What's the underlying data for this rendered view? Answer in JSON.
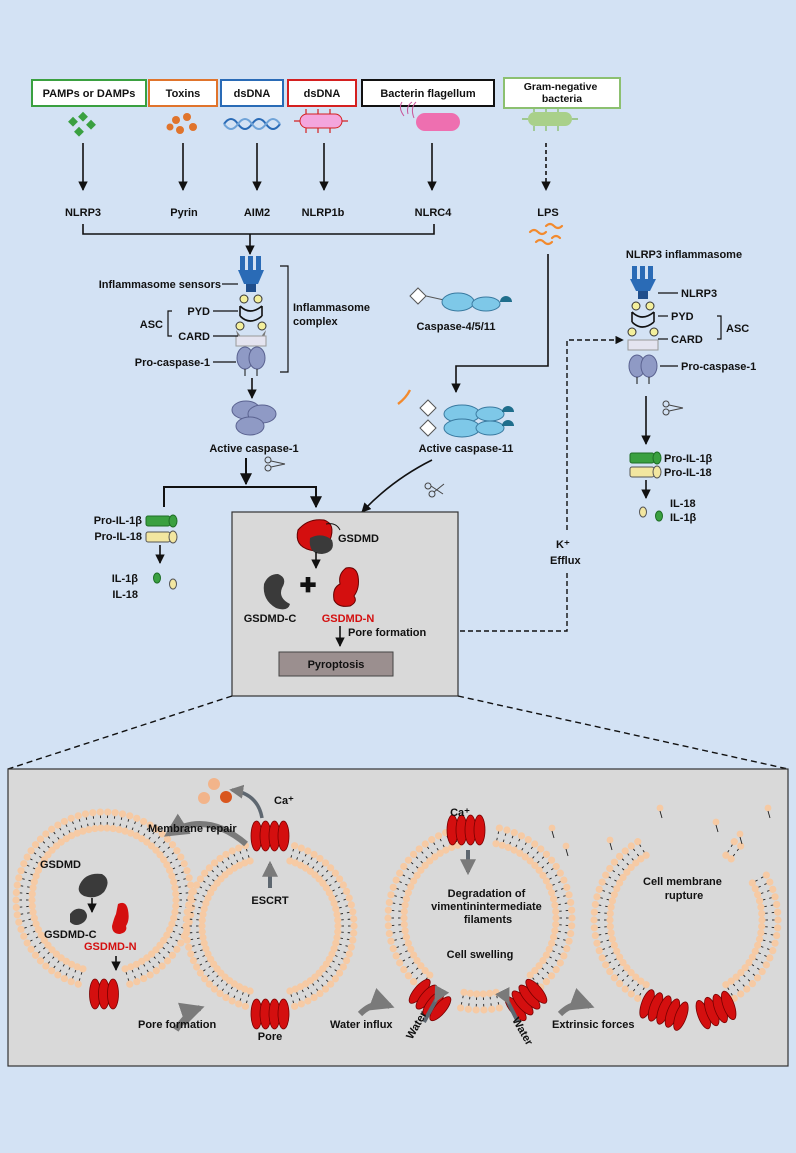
{
  "colors": {
    "background": "#d3e2f4",
    "panel": "#d9d9d9",
    "gsdmd_n": "#d40f0f",
    "gsdmd_c": "#3a3a3a",
    "membrane_head": "#f6caa4",
    "sensor_blue": "#2a6bb6",
    "caspase_blue": "#7ec8e8",
    "lps_orange": "#f28a2e",
    "box_green": "#3aa040",
    "box_orange": "#e0742c",
    "box_blue": "#2a6bb6",
    "box_red": "#d42020",
    "box_black": "#111111",
    "box_lightgreen": "#8cc070"
  },
  "triggers": [
    {
      "label": "PAMPs or DAMPs",
      "color": "#3aa040"
    },
    {
      "label": "Toxins",
      "color": "#e0742c"
    },
    {
      "label": "dsDNA",
      "color": "#2a6bb6"
    },
    {
      "label": "dsDNA",
      "color": "#d42020"
    },
    {
      "label": "Bacterin flagellum",
      "color": "#111111"
    },
    {
      "label": "Gram-negative\nbacteria",
      "color": "#8cc070"
    }
  ],
  "sensors": [
    "NLRP3",
    "Pyrin",
    "AIM2",
    "NLRP1b",
    "NLRC4"
  ],
  "lps_label": "LPS",
  "left_complex": {
    "inflammasome_sensors": "Inflammasome sensors",
    "pyd": "PYD",
    "asc": "ASC",
    "card": "CARD",
    "pro_caspase_1": "Pro-caspase-1",
    "complex_label": "Inflammasome\ncomplex",
    "active_caspase_1": "Active caspase-1"
  },
  "caspase_11": {
    "caspase_4_5_11": "Caspase-4/5/11",
    "active_caspase_11": "Active caspase-11"
  },
  "nlrp3_inflammasome": {
    "title": "NLRP3 inflammasome",
    "nlrp3": "NLRP3",
    "pyd": "PYD",
    "card": "CARD",
    "asc": "ASC",
    "pro_caspase_1": "Pro-caspase-1",
    "pro_il1b": "Pro-IL-1β",
    "pro_il18": "Pro-IL-18",
    "il18": "IL-18",
    "il1b": "IL-1β"
  },
  "left_cytokines": {
    "pro_il1b": "Pro-IL-1β",
    "pro_il18": "Pro-IL-18",
    "il1b": "IL-1β",
    "il18": "IL-18"
  },
  "k_efflux": {
    "k": "K⁺",
    "efflux": "Efflux"
  },
  "gsdmd_box": {
    "gsdmd": "GSDMD",
    "gsdmd_c": "GSDMD-C",
    "gsdmd_n": "GSDMD-N",
    "pore_formation": "Pore formation",
    "pyroptosis": "Pyroptosis"
  },
  "bottom_panel": {
    "membrane_repair": "Membrane repair",
    "ca_1": "Ca⁺",
    "ca_2": "Ca⁺",
    "escrt": "ESCRT",
    "gsdmd": "GSDMD",
    "gsdmd_c": "GSDMD-C",
    "gsdmd_n": "GSDMD-N",
    "pore_formation": "Pore formation",
    "pore": "Pore",
    "water_influx": "Water influx",
    "water_1": "Water",
    "water_2": "Water",
    "degradation": "Degradation of\nvimentinintermediate\nfilaments",
    "cell_swelling": "Cell swelling",
    "extrinsic_forces": "Extrinsic forces",
    "rupture": "Cell membrane\nrupture"
  }
}
